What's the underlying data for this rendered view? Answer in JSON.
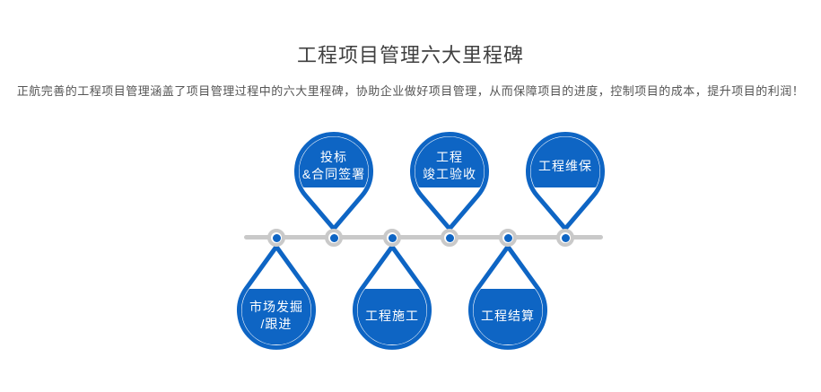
{
  "page": {
    "title": "工程项目管理六大里程碑",
    "subtitle": "正航完善的工程项目管理涵盖了项目管理过程中的六大里程碑，协助企业做好项目管理，从而保障项目的进度，控制项目的成本，提升项目的利润！"
  },
  "colors": {
    "primary_blue": "#0E65C4",
    "line_gray": "#C9C9C9",
    "title_text": "#404040",
    "subtitle_text": "#555555",
    "balloon_text": "#FFFFFF"
  },
  "timeline": {
    "milestones": [
      {
        "order": 1,
        "position": "bottom",
        "line1": "市场发掘",
        "line2": "/跟进"
      },
      {
        "order": 2,
        "position": "top",
        "line1": "投标",
        "line2": "&合同签署"
      },
      {
        "order": 3,
        "position": "bottom",
        "line1": "工程施工",
        "line2": ""
      },
      {
        "order": 4,
        "position": "top",
        "line1": "工程",
        "line2": "竣工验收"
      },
      {
        "order": 5,
        "position": "bottom",
        "line1": "工程结算",
        "line2": ""
      },
      {
        "order": 6,
        "position": "top",
        "line1": "工程维保",
        "line2": ""
      }
    ]
  }
}
